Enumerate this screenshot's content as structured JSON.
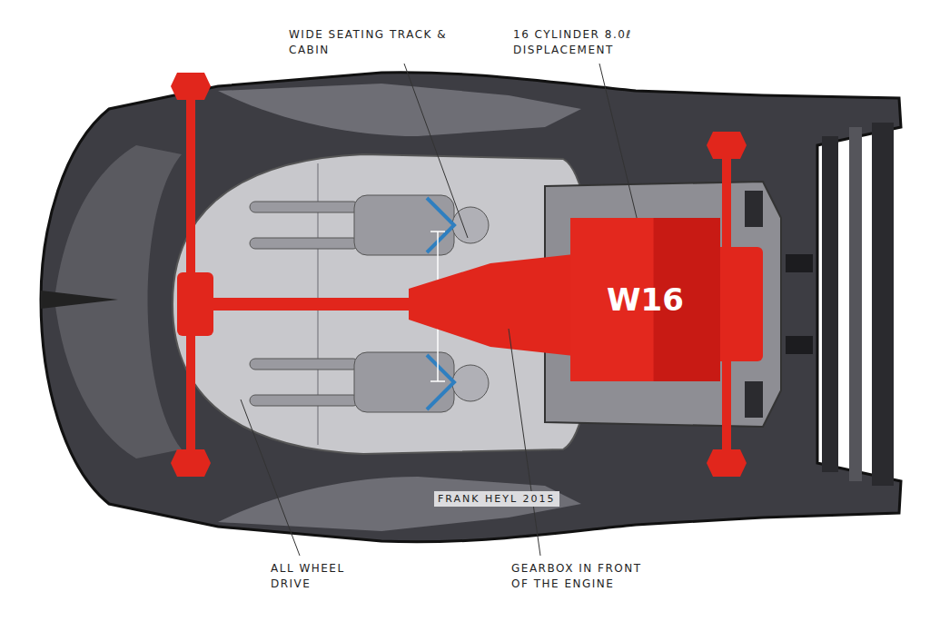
{
  "diagram": {
    "nodes": [
      {
        "text": [
          "W16"
        ]
      }
    ],
    "labels": [
      "WIDE SEATING TRACK & CABIN",
      "16 CYLINDER 8.0ℓ DISPLACEMENT",
      "ALL WHEEL DRIVE",
      "GEARBOX IN FRONT OF THE ENGINE",
      "FRANK HEYL 2015"
    ]
  }
}
